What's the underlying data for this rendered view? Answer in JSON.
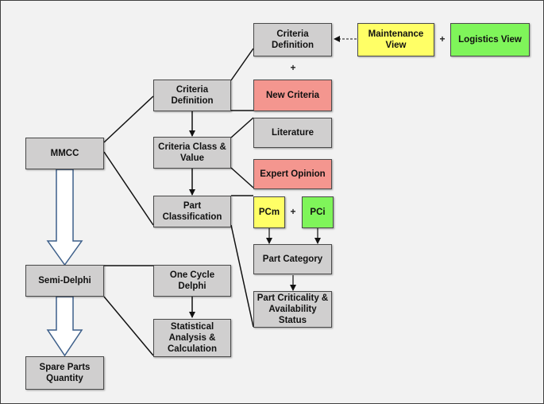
{
  "nodes": {
    "mmcc": "MMCC",
    "semi_delphi": "Semi-Delphi",
    "spare_parts_quantity": "Spare Parts\nQuantity",
    "criteria_definition_mid": "Criteria\nDefinition",
    "criteria_class_value": "Criteria Class &\nValue",
    "part_classification": "Part\nClassification",
    "one_cycle_delphi": "One Cycle\nDelphi",
    "statistical_analysis": "Statistical\nAnalysis &\nCalculation",
    "criteria_definition_top": "Criteria\nDefinition",
    "maintenance_view": "Maintenance\nView",
    "logistics_view": "Logistics View",
    "new_criteria": "New Criteria",
    "literature": "Literature",
    "expert_opinion": "Expert Opinion",
    "pcm": "PCm",
    "pci": "PCi",
    "part_category": "Part Category",
    "part_criticality": "Part Criticality &\nAvailability\nStatus"
  },
  "plus_signs": [
    "+",
    "+",
    "+"
  ],
  "colors": {
    "gray_box": "#d0cfcf",
    "red_box": "#f4968f",
    "yellow_box": "#ffff66",
    "green_box": "#7ff55a",
    "line": "#111111",
    "background": "#f2f2f2"
  }
}
